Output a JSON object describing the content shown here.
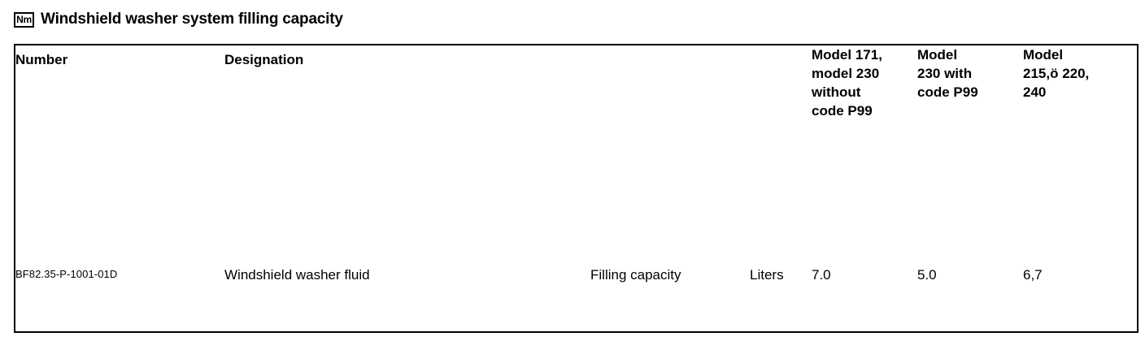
{
  "header": {
    "unit_badge": "Nm",
    "title": "Windshield washer system filling capacity"
  },
  "table": {
    "columns": [
      {
        "label": "Number"
      },
      {
        "label": "Designation"
      },
      {
        "label": "Model 171, model 230\nwithout\ncode P99"
      },
      {
        "label": "Model\n230 with\ncode P99"
      },
      {
        "label": "Model\n215,ö 220,\n240"
      }
    ],
    "rows": [
      {
        "number": "BF82.35-P-1001-01D",
        "designation_name": "Windshield washer fluid",
        "designation_property": "Filling capacity",
        "designation_unit": "Liters",
        "value_model_171_230_without_p99": "7.0",
        "value_model_230_with_p99": "5.0",
        "value_model_215_220_240": "6,7"
      }
    ]
  }
}
